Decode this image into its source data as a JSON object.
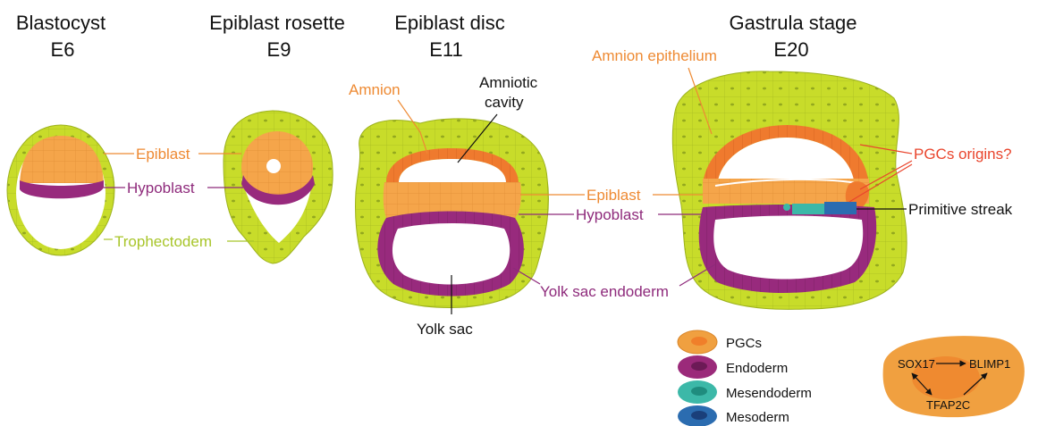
{
  "stages": [
    {
      "name": "Blastocyst",
      "day": "E6"
    },
    {
      "name": "Epiblast rosette",
      "day": "E9"
    },
    {
      "name": "Epiblast disc",
      "day": "E11"
    },
    {
      "name": "Gastrula stage",
      "day": "E20"
    }
  ],
  "labels": {
    "epiblast": "Epiblast",
    "hypoblast": "Hypoblast",
    "trophectoderm": "Trophectodem",
    "amnion": "Amnion",
    "amniotic_cavity_1": "Amniotic",
    "amniotic_cavity_2": "cavity",
    "yolk_sac": "Yolk sac",
    "yolk_sac_endoderm": "Yolk sac endoderm",
    "amnion_epithelium": "Amnion epithelium",
    "pgcs_origins": "PGCs origins?",
    "primitive_streak": "Primitive streak"
  },
  "legend": [
    {
      "label": "PGCs",
      "outer": "#f0a040",
      "inner": "#f07f2a"
    },
    {
      "label": "Endoderm",
      "outer": "#9b2a7a",
      "inner": "#6c1a56"
    },
    {
      "label": "Mesendoderm",
      "outer": "#3cb8a8",
      "inner": "#1f8c7e"
    },
    {
      "label": "Mesoderm",
      "outer": "#2b6cb0",
      "inner": "#1a3f7a"
    }
  ],
  "network": {
    "sox17": "SOX17",
    "blimp1": "BLIMP1",
    "tfap2c": "TFAP2C"
  },
  "colors": {
    "trophectoderm": "#c8dc2a",
    "epiblast": "#f5a54a",
    "hypoblast": "#982a7d",
    "amnion": "#ef7a2e",
    "orange_text": "#ee8a33",
    "purple_text": "#8e2a7b",
    "green_text": "#a8c52a",
    "red_text": "#e9452d",
    "mesendoderm": "#3cb8a8",
    "mesoderm": "#2b6cb0"
  }
}
